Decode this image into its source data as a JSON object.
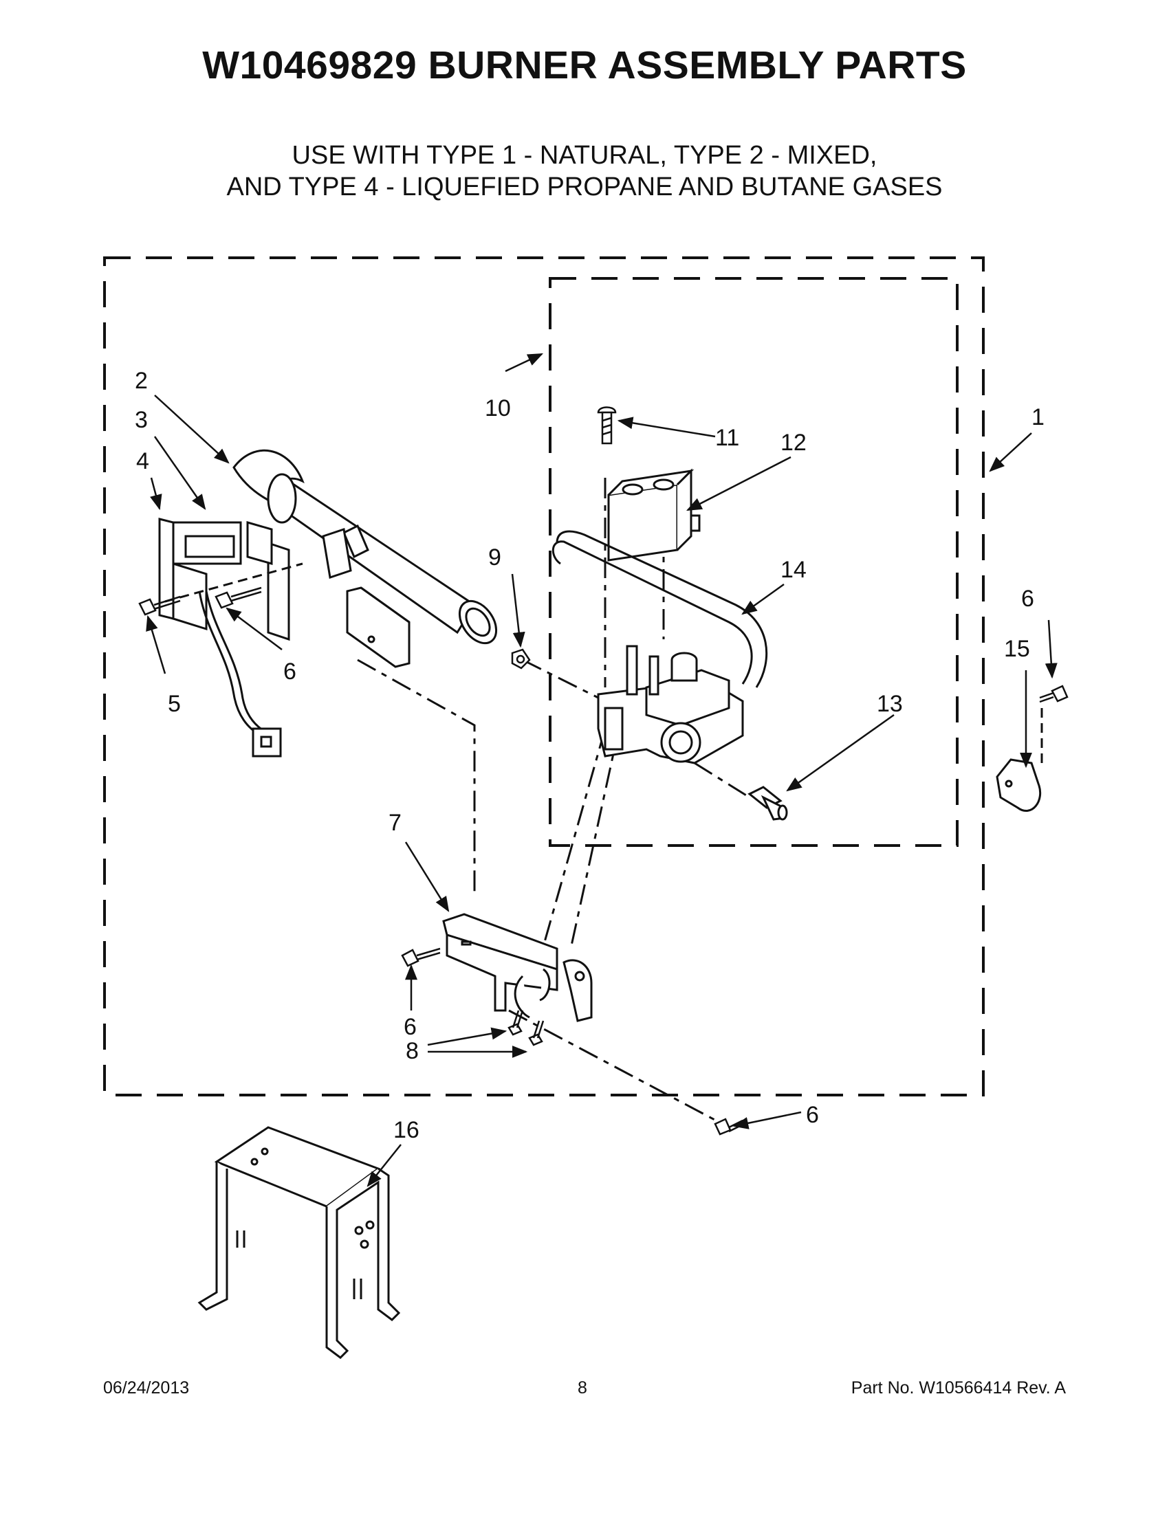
{
  "title": "W10469829 BURNER ASSEMBLY PARTS",
  "subtitle_line1": "USE WITH TYPE 1 - NATURAL, TYPE 2 - MIXED,",
  "subtitle_line2": "AND TYPE 4 - LIQUEFIED PROPANE AND BUTANE GASES",
  "callouts": {
    "c1": "1",
    "c2": "2",
    "c3": "3",
    "c4": "4",
    "c5": "5",
    "c6a": "6",
    "c6b": "6",
    "c6c": "6",
    "c6d": "6",
    "c7": "7",
    "c8": "8",
    "c9": "9",
    "c10": "10",
    "c11": "11",
    "c12": "12",
    "c13": "13",
    "c14": "14",
    "c15": "15",
    "c16": "16"
  },
  "footer": {
    "date": "06/24/2013",
    "page": "8",
    "part_no": "Part No.  W10566414  Rev.  A"
  }
}
